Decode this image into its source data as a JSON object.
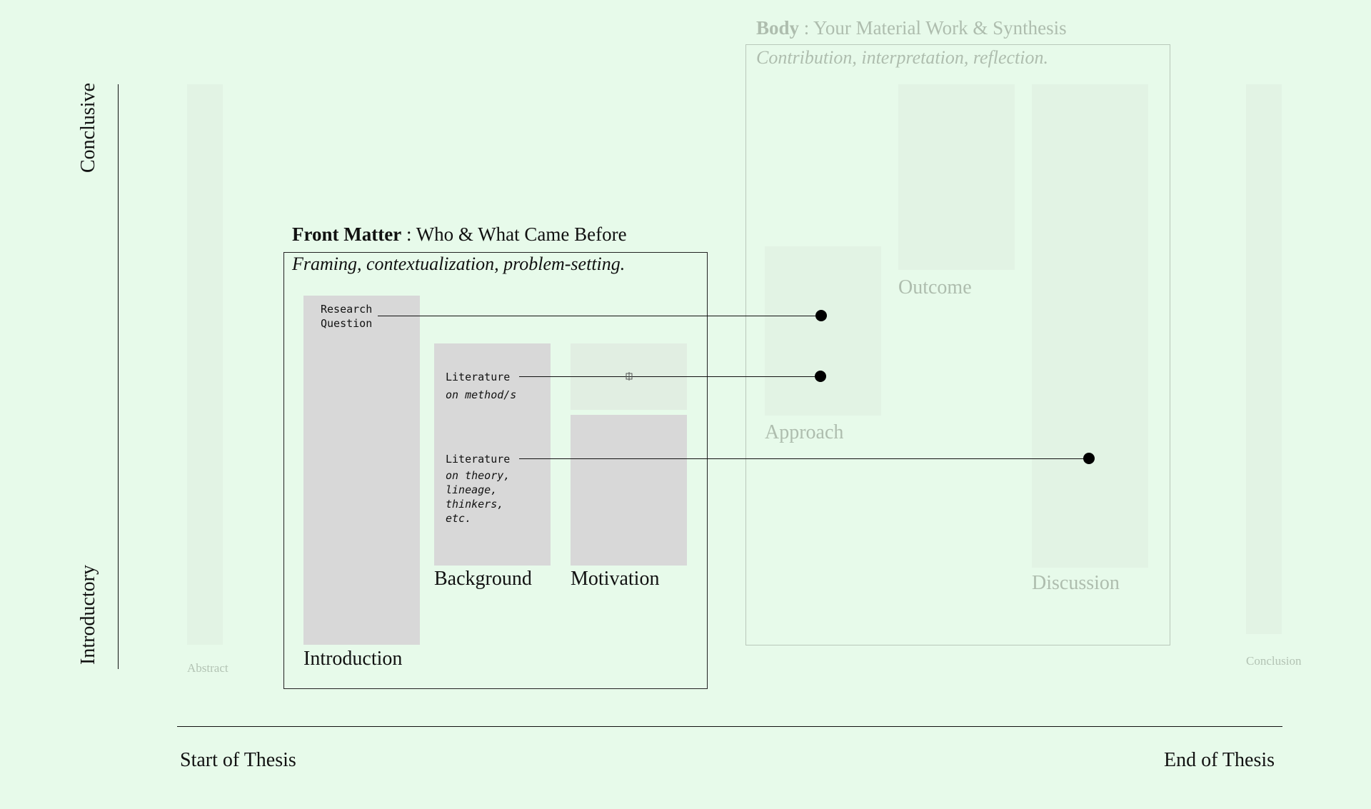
{
  "axes": {
    "y_top": "Conclusive",
    "y_bottom": "Introductory",
    "x_start": "Start of Thesis",
    "x_end": "End of Thesis"
  },
  "sections": {
    "abstract": "Abstract",
    "conclusion": "Conclusion",
    "front_matter": {
      "title_bold": "Front Matter",
      "title_rest": " : Who & What Came Before",
      "subtitle": "Framing, contextualization, problem-setting."
    },
    "body": {
      "title_bold": "Body",
      "title_rest": " : Your Material Work & Synthesis",
      "subtitle": "Contribution, interpretation, reflection."
    }
  },
  "blocks": {
    "introduction": "Introduction",
    "background": "Background",
    "motivation": "Motivation",
    "approach": "Approach",
    "outcome": "Outcome",
    "discussion": "Discussion"
  },
  "notes": {
    "research_question": "Research\nQuestion",
    "lit_method_title": "Literature",
    "lit_method_sub": "on method/s",
    "lit_theory_title": "Literature",
    "lit_theory_sub": "on theory,\nlineage,\nthinkers,\netc."
  },
  "colors": {
    "background": "#e7faea",
    "ink": "#111111",
    "solid_block": "#d8d8d8",
    "faded_block": "#e2f3e4",
    "faded_text": "#aebdae"
  }
}
